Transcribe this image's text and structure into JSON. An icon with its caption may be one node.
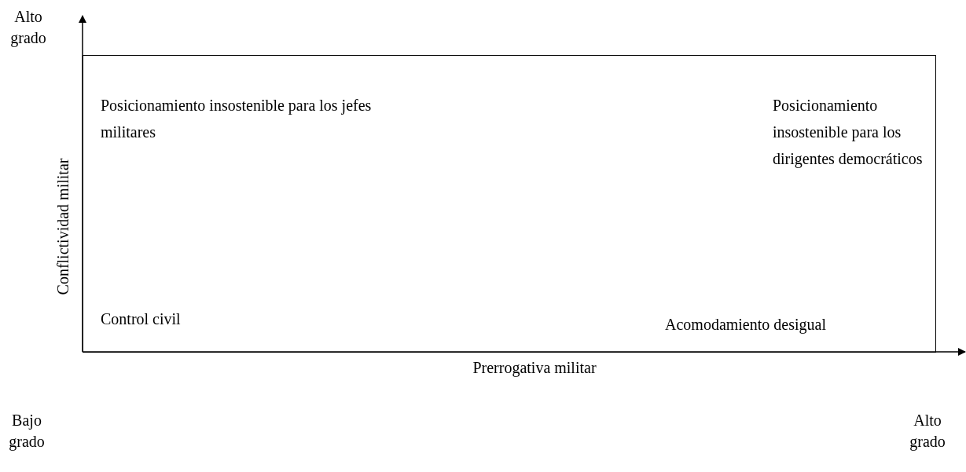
{
  "diagram": {
    "nodes": [
      {
        "text": [
          "Posicionamiento insostenible para los jefes militares",
          "Posicionamiento insostenible para los dirigentes democráticos",
          "Control civil",
          "Acomodamiento desigual"
        ]
      }
    ],
    "labels": [
      "Alto grado",
      "Conflictividad militar",
      "Prerrogativa militar",
      "Bajo grado",
      "Alto grado"
    ]
  }
}
